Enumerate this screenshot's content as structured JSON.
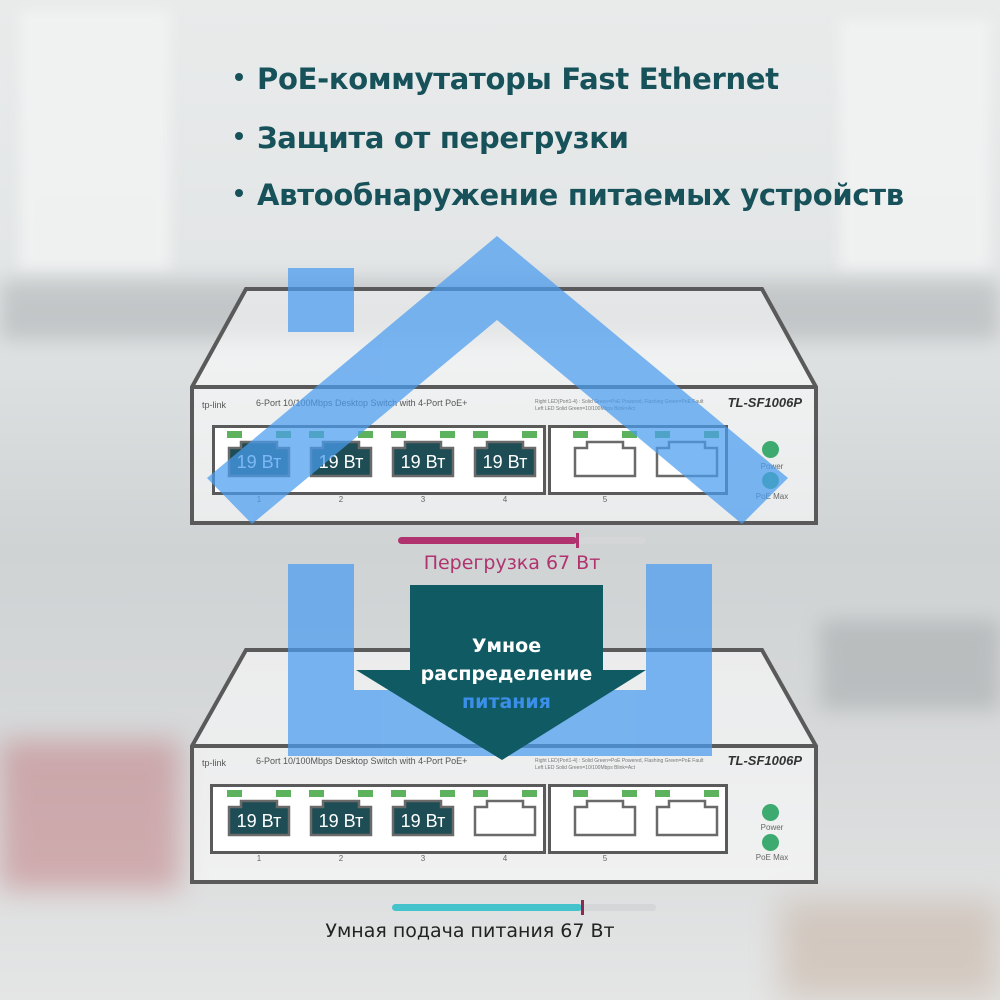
{
  "bullets": [
    "PoE-коммутаторы Fast Ethernet",
    "Защита от перегрузки",
    "Автообнаружение питаемых устройств"
  ],
  "switch_top": {
    "brand": "tp-link",
    "description": "6-Port 10/100Mbps Desktop Switch with 4-Port PoE+",
    "model": "TL-SF1006P",
    "led_legend": [
      "Right LED(Port1-4) : Solid Green=PoE Powered, Flashing Green=PoE Fault",
      "Left LED  Solid Green=10/100Mbps  Blink=Act"
    ],
    "port_numbers": [
      "1",
      "2",
      "3",
      "4",
      "5"
    ],
    "port_loads": [
      "19 Вт",
      "19 Вт",
      "19 Вт",
      "19 Вт"
    ],
    "status_labels": [
      "Power",
      "PoE Max"
    ]
  },
  "overload_bar": {
    "caption": "Перегрузка 67 Вт",
    "fill_fraction": 0.72,
    "limit_fraction": 0.72,
    "color": "#b0336f"
  },
  "center_label": {
    "line1": "Умное",
    "line2": "распределение",
    "line3": "питания",
    "box_color": "#0f5a63"
  },
  "switch_bottom": {
    "brand": "tp-link",
    "description": "6-Port 10/100Mbps Desktop Switch with 4-Port PoE+",
    "model": "TL-SF1006P",
    "led_legend": [
      "Right LED(Port1-4) : Solid Green=PoE Powered, Flashing Green=PoE Fault",
      "Left LED  Solid Green=10/100Mbps  Blink=Act"
    ],
    "port_numbers": [
      "1",
      "2",
      "3",
      "4",
      "5"
    ],
    "port_loads": [
      "19 Вт",
      "19 Вт",
      "19 Вт"
    ],
    "status_labels": [
      "Power",
      "PoE Max"
    ]
  },
  "smart_bar": {
    "caption": "Умная подача питания 67 Вт",
    "fill_fraction": 0.72,
    "limit_fraction": 0.72,
    "color": "#45c3cc"
  },
  "colors": {
    "heading": "#17525a",
    "house_overlay": "#4a9cf0",
    "led_green": "#5db25d",
    "port_loaded": "#1e4d55"
  },
  "icons": [
    "home-outline-icon",
    "ethernet-port-icon",
    "down-arrow-icon"
  ]
}
